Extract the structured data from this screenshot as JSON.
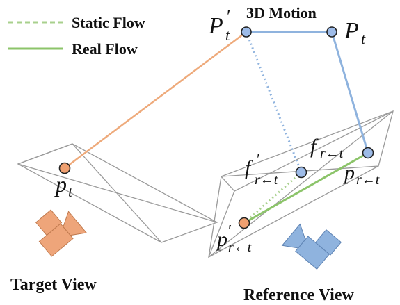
{
  "legend": {
    "static_flow": "Static Flow",
    "real_flow": "Real Flow"
  },
  "labels": {
    "motion_3d": "3D Motion",
    "P_t_prime": "P",
    "P_t_prime_sub": "t",
    "P_t_prime_mark": "′",
    "P_t": "P",
    "P_t_sub": "t",
    "p_t": "p",
    "p_t_sub": "t",
    "f_r_t": "f",
    "f_r_t_sub": "r←t",
    "f_prime_r_t": "f",
    "f_prime_r_t_mark": "′",
    "f_prime_r_t_sub": "r←t",
    "p_r_t": "p",
    "p_r_t_sub": "r←t",
    "p_prime_r_t": "p",
    "p_prime_r_t_mark": "′",
    "p_prime_r_t_sub": "r←t"
  },
  "captions": {
    "target_view": "Target View",
    "reference_view": "Reference View"
  },
  "colors": {
    "static_flow": "#a8d08d",
    "real_flow": "#8cc46a",
    "motion": "#8fb3de",
    "target_ray": "#eeaa7b",
    "point_blue": "#9dbbe8",
    "point_orange": "#f0a070",
    "camera_orange": "#eea57a",
    "camera_blue": "#8fb3de",
    "frustum": "#9a9a9a"
  },
  "icons": {
    "target_camera": "video-camera-icon",
    "reference_camera": "video-camera-icon"
  }
}
